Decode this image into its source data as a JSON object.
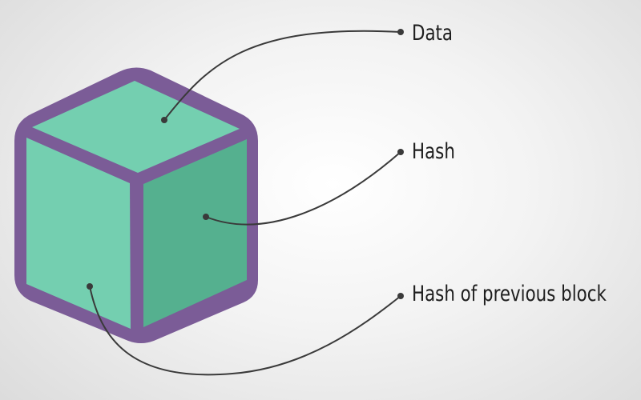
{
  "labels": {
    "data": "Data",
    "hash": "Hash",
    "previous_hash": "Hash of previous block"
  },
  "colors": {
    "background": "#ededed",
    "cube_outline": "#7b5c97",
    "cube_top": "#74cfb0",
    "cube_left": "#74cfb0",
    "cube_right": "#55b08f",
    "connector": "#3a3a3a"
  }
}
